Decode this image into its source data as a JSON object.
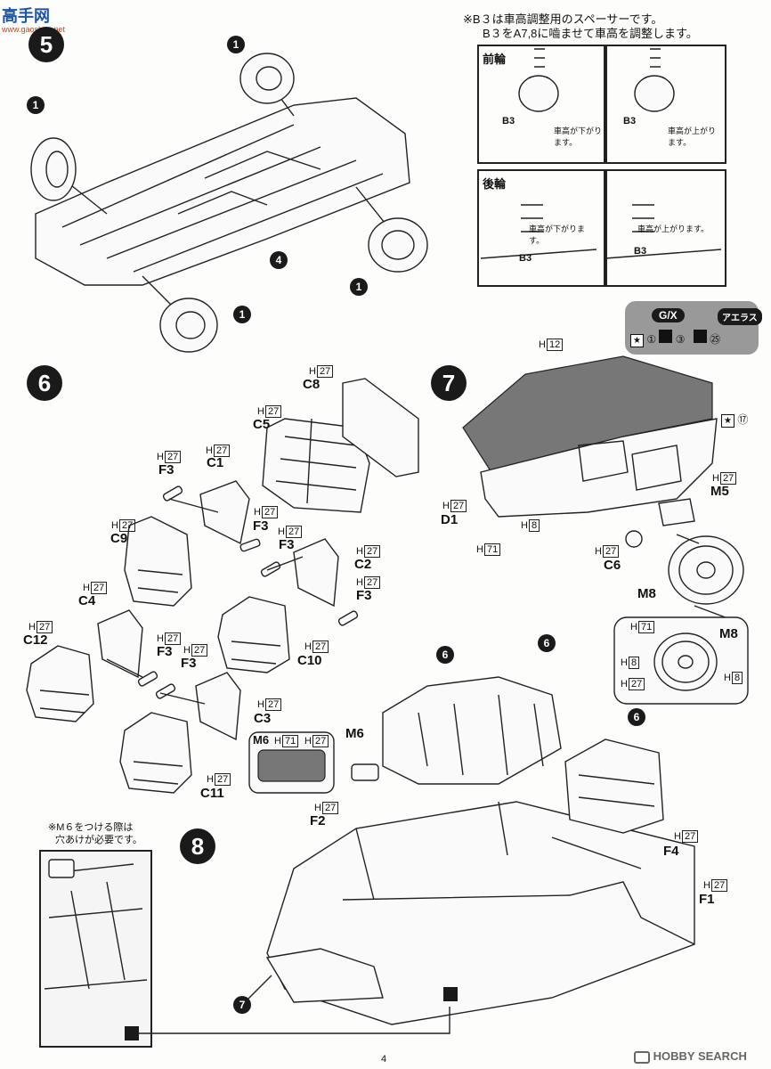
{
  "header": {
    "logo_text": "高手网",
    "logo_url_text": "www.gaoshou.net"
  },
  "steps": {
    "s5": "5",
    "s6": "6",
    "s7": "7",
    "s8": "8"
  },
  "refs": {
    "one": "1",
    "four": "4",
    "six": "6",
    "seven": "7"
  },
  "b3_note": {
    "line1": "※B３は車高調整用のスペーサーです。",
    "line2": "B３をA7,8に嚙ませて車高を調整します。"
  },
  "panels": {
    "front": "前輪",
    "rear": "後輪",
    "b3": "B3",
    "lower": "車高が下がります。",
    "raise": "車高が上がります。"
  },
  "paint_legend": {
    "gx": "G/X",
    "aeras": "アエラス",
    "c1": "①",
    "c3": "③",
    "c25": "㉕",
    "c17": "⑰"
  },
  "codes": {
    "h27": "27",
    "h12": "12",
    "h71": "71",
    "h8": "8",
    "h": "H"
  },
  "parts": {
    "c8": "C8",
    "c5": "C5",
    "f3": "F3",
    "c1": "C1",
    "c9": "C9",
    "c2": "C2",
    "c4": "C4",
    "c10": "C10",
    "c12": "C12",
    "c3": "C3",
    "c11": "C11",
    "d1": "D1",
    "m5": "M5",
    "c6": "C6",
    "m8": "M8",
    "m6": "M6",
    "f2": "F2",
    "f4": "F4",
    "f1": "F1"
  },
  "m6_note": {
    "line1": "※M６をつける際は",
    "line2": "穴あけが必要です。"
  },
  "footer": {
    "page": "4",
    "watermark": "HOBBY SEARCH"
  }
}
